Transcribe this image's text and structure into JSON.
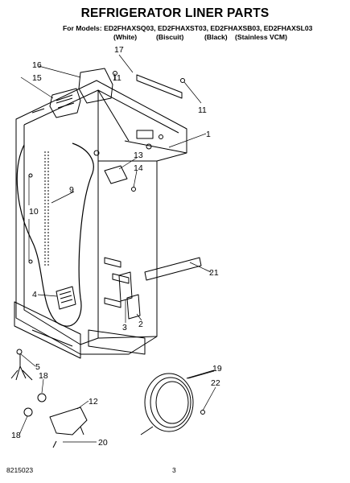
{
  "header": {
    "title": "REFRIGERATOR LINER PARTS",
    "models_line": "For Models: ED2FHAXSQ03, ED2FHAXST03, ED2FHAXSB03, ED2FHAXSL03",
    "colors": [
      "(White)",
      "(Biscuit)",
      "(Black)",
      "(Stainless VCM)"
    ]
  },
  "callouts": [
    "17",
    "16",
    "11",
    "15",
    "11",
    "1",
    "13",
    "14",
    "9",
    "10",
    "4",
    "21",
    "3",
    "2",
    "5",
    "18",
    "19",
    "22",
    "12",
    "18",
    "20"
  ],
  "footer": {
    "part_number": "8215023",
    "page": "3"
  }
}
